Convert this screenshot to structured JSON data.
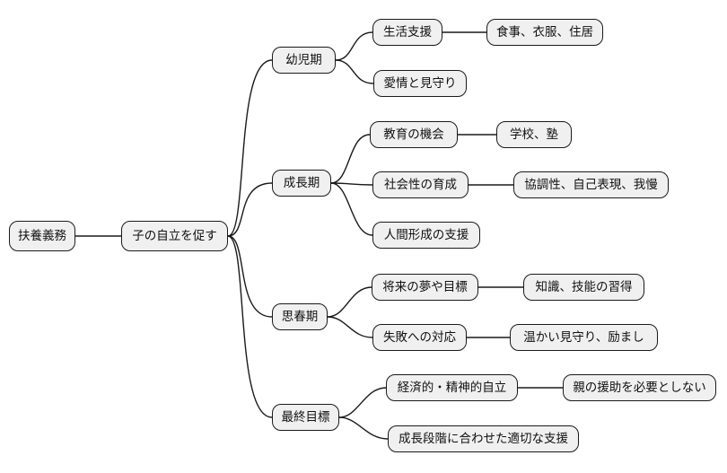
{
  "diagram": {
    "type": "mindmap",
    "root": {
      "label": "扶養義務"
    },
    "center": {
      "label": "子の自立を促す"
    },
    "branches": [
      {
        "label": "幼児期",
        "children": [
          {
            "label": "生活支援",
            "detail": "食事、衣服、住居"
          },
          {
            "label": "愛情と見守り"
          }
        ]
      },
      {
        "label": "成長期",
        "children": [
          {
            "label": "教育の機会",
            "detail": "学校、塾"
          },
          {
            "label": "社会性の育成",
            "detail": "協調性、自己表現、我慢"
          },
          {
            "label": "人間形成の支援"
          }
        ]
      },
      {
        "label": "思春期",
        "children": [
          {
            "label": "将来の夢や目標",
            "detail": "知識、技能の習得"
          },
          {
            "label": "失敗への対応",
            "detail": "温かい見守り、励まし"
          }
        ]
      },
      {
        "label": "最終目標",
        "children": [
          {
            "label": "経済的・精神的自立",
            "detail": "親の援助を必要としない"
          },
          {
            "label": "成長段階に合わせた適切な支援"
          }
        ]
      }
    ]
  },
  "colors": {
    "background": "#ffffff",
    "node_fill": "#f0f0f0",
    "node_border": "#1a1a1a",
    "edge": "#1a1a1a",
    "text": "#111111"
  }
}
